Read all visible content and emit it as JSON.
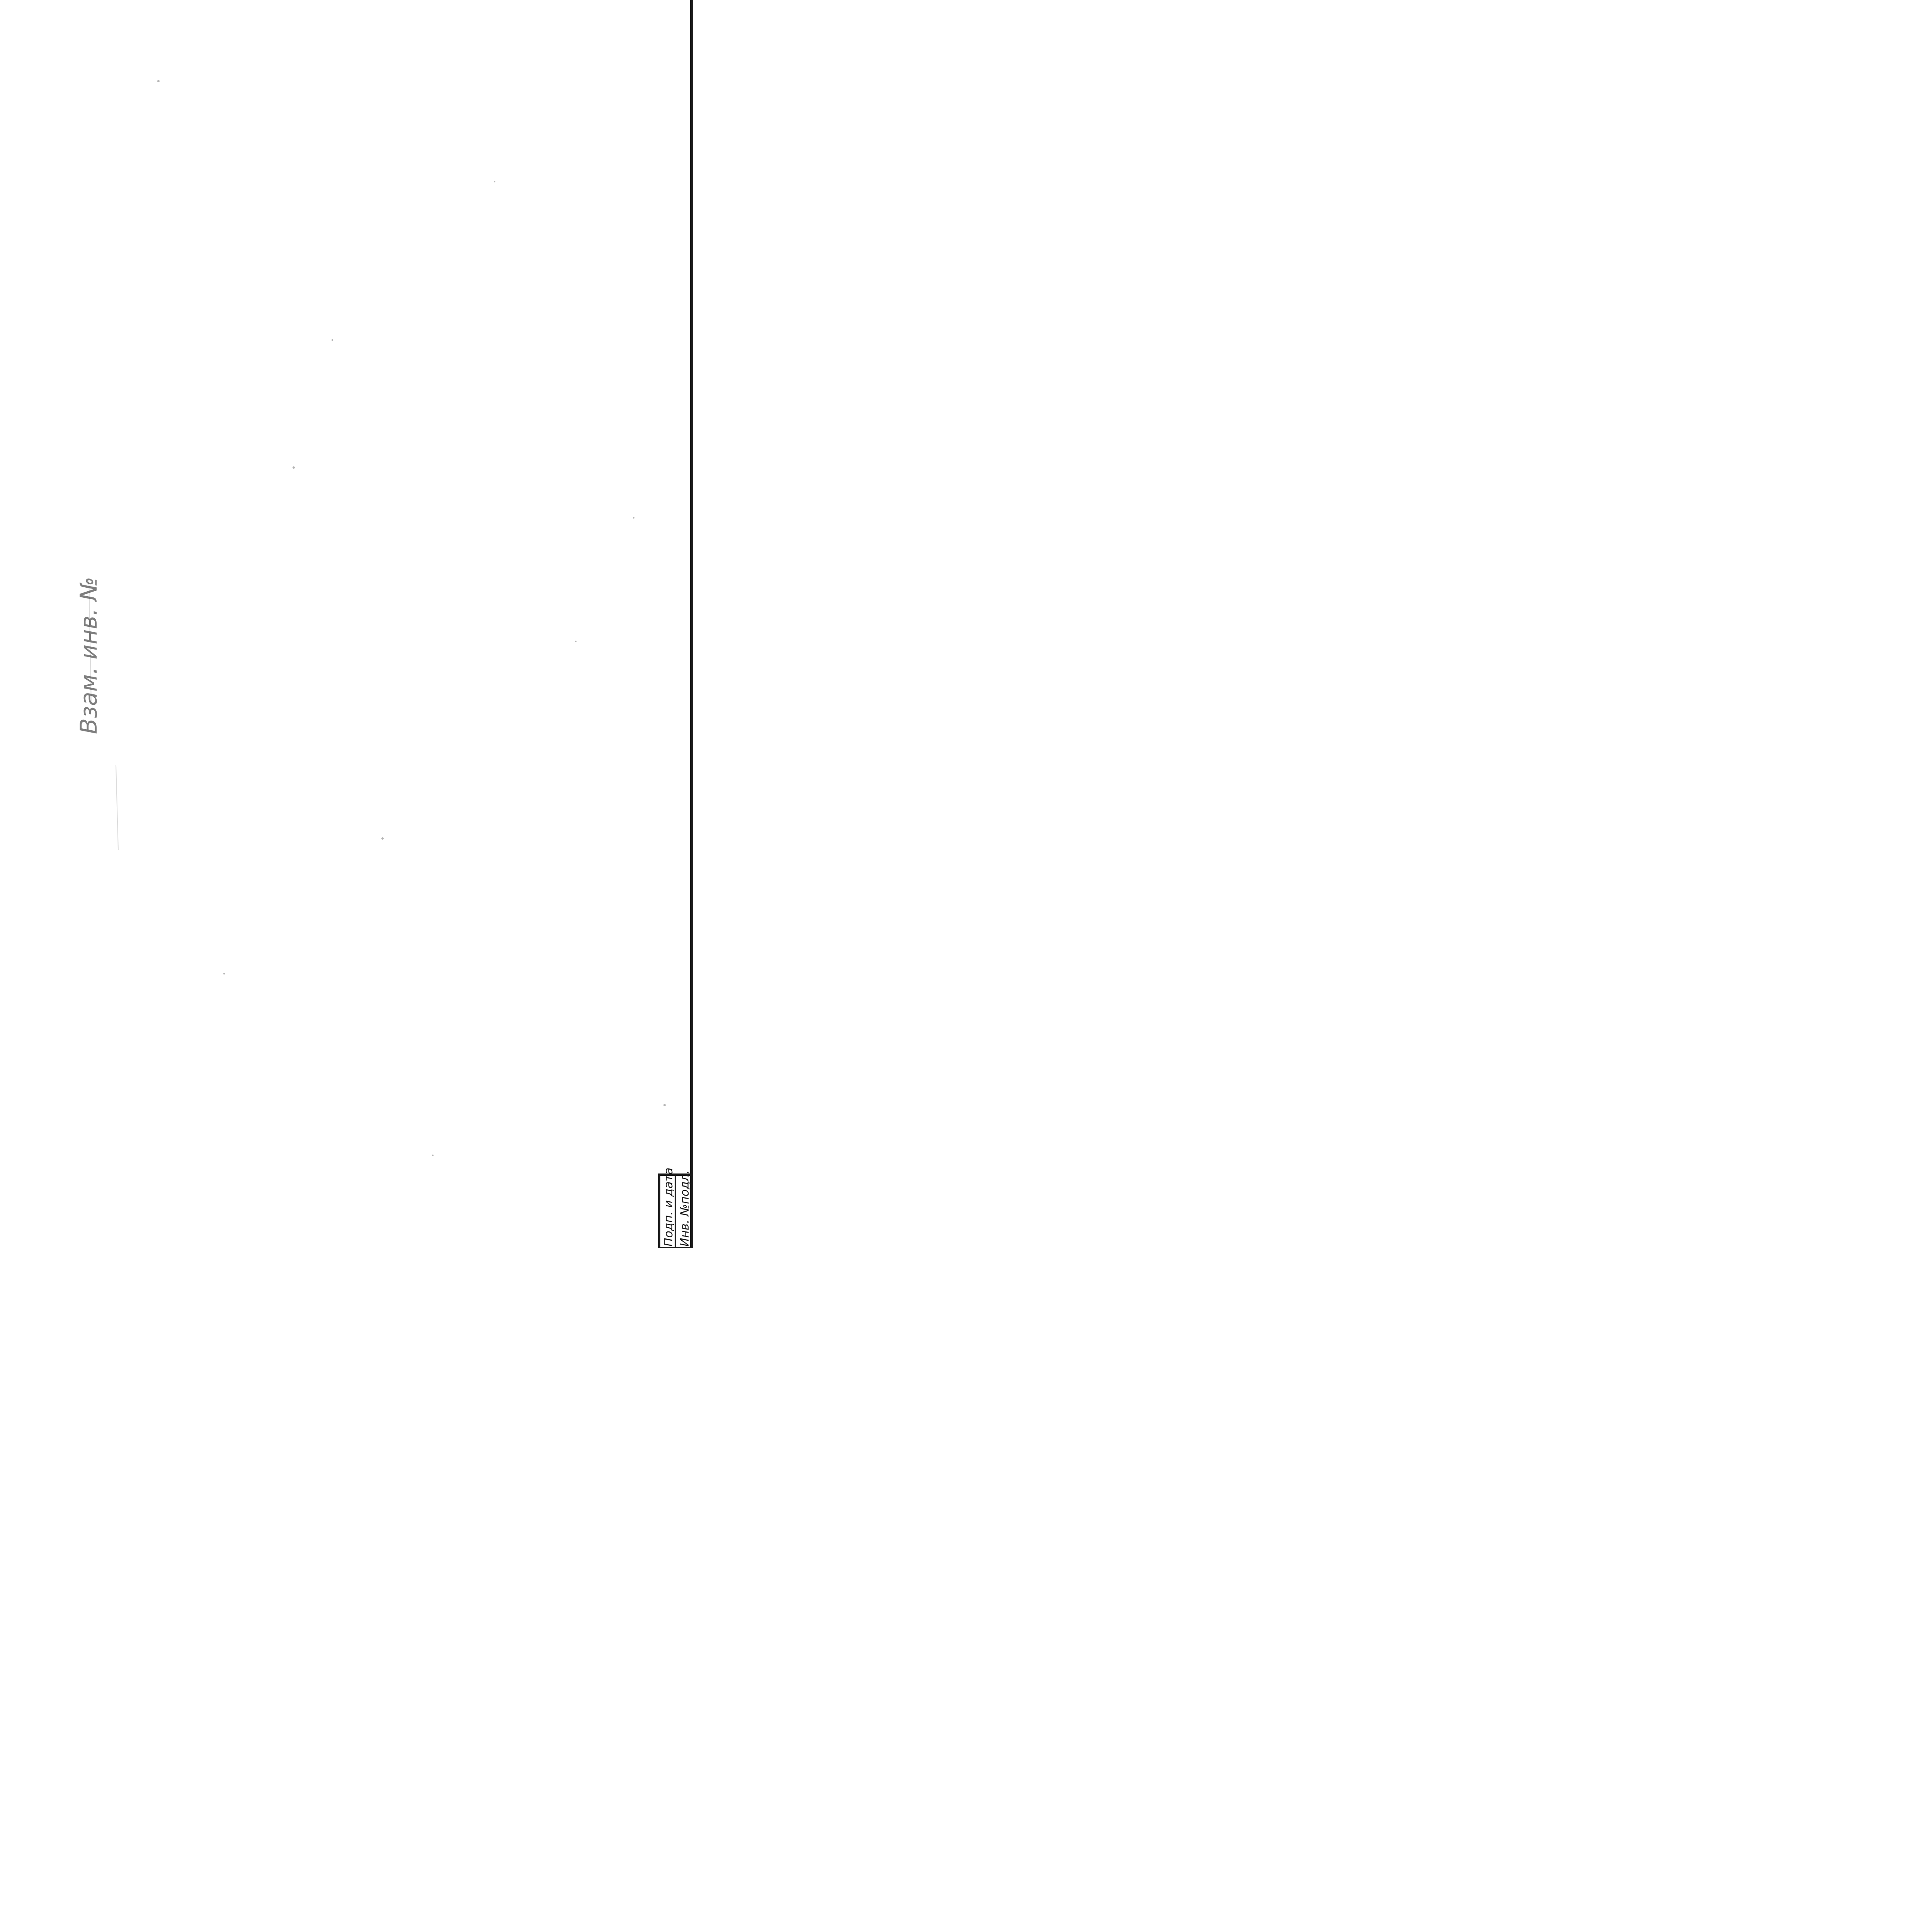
{
  "margin": {
    "stamp_title": "Инв. №подл.",
    "stamp_field": "Подп. и дата",
    "vertical_text": "Взам. инв. №"
  }
}
